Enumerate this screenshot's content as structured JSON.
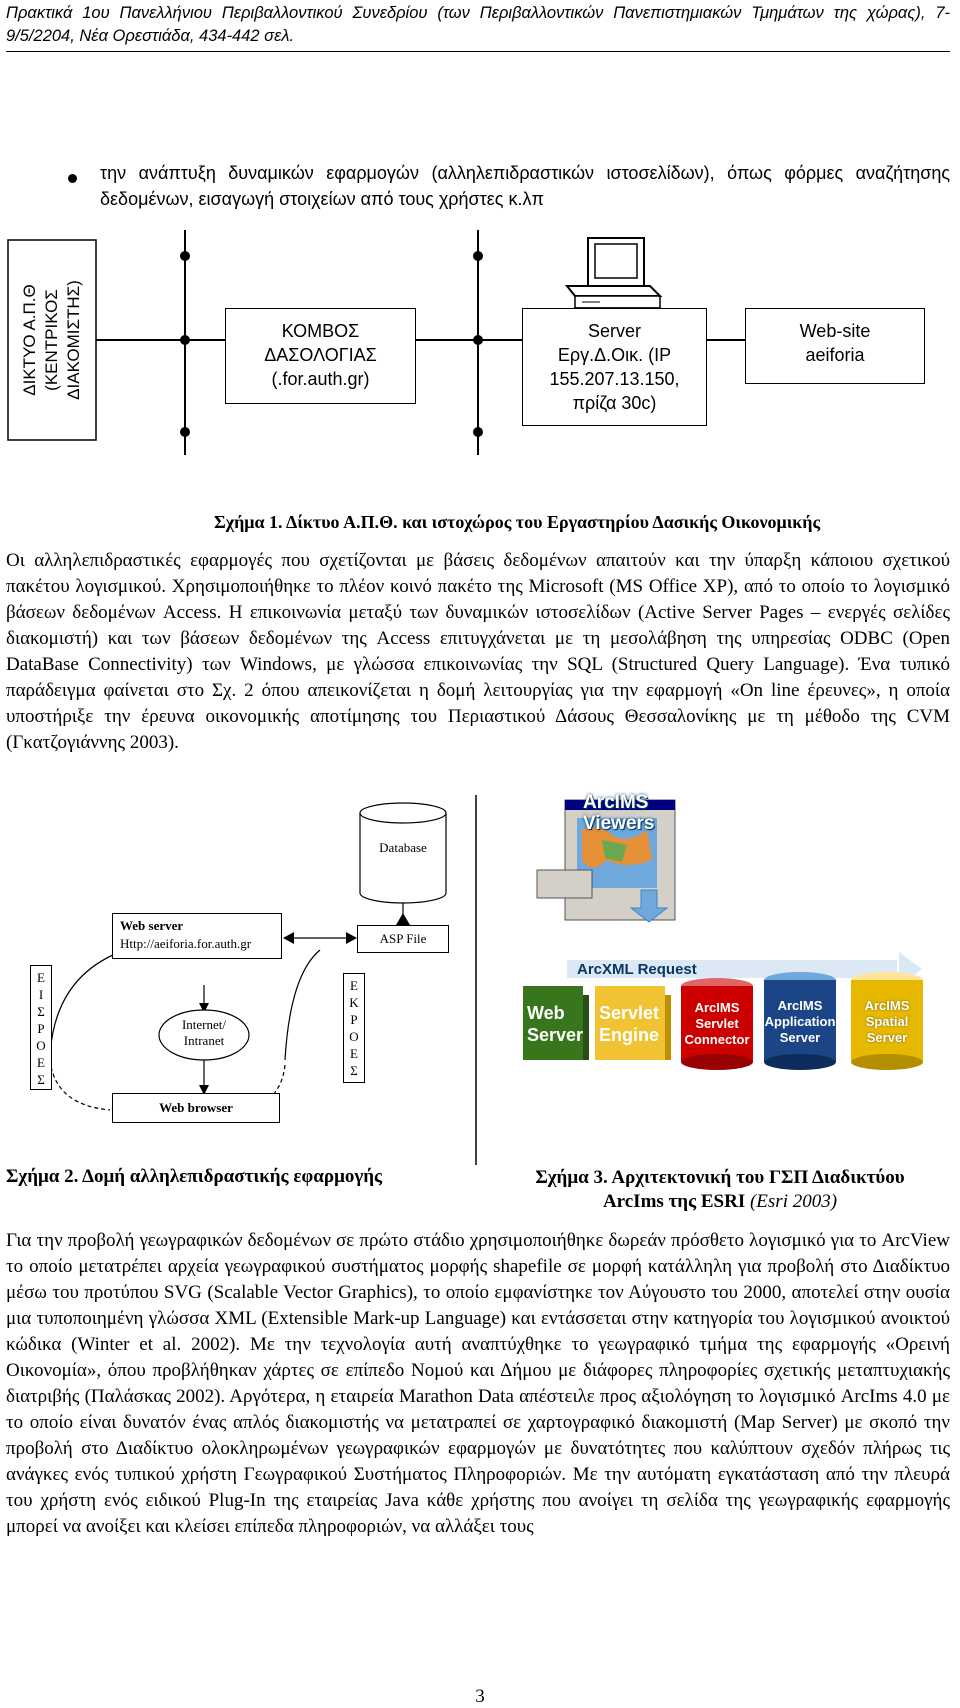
{
  "header": {
    "text": "Πρακτικά 1ου Πανελλήνιου Περιβαλλοντικού Συνεδρίου (των Περιβαλλοντικών Πανεπιστημιακών Τμημάτων της χώρας), 7-9/5/2204, Νέα Ορεστιάδα, 434-442 σελ."
  },
  "bullet": {
    "text": "την ανάπτυξη δυναμικών εφαρμογών (αλληλεπιδραστικών ιστοσελίδων), όπως φόρμες αναζήτησης δεδομένων, εισαγωγή στοιχείων από τους χρήστες κ.λπ"
  },
  "figure1": {
    "network_label": [
      "ΔΙΚΤΥΟ Α.Π.Θ",
      "(ΚΕΝΤΡΙΚΟΣ",
      "ΔΙΑΚΟΜΙΣΤΗΣ)"
    ],
    "node_kombos": [
      "ΚΟΜΒΟΣ",
      "ΔΑΣΟΛΟΓΙΑΣ",
      "(.for.auth.gr)"
    ],
    "node_server": [
      "Server",
      "Εργ.Δ.Οικ. (IP",
      "155.207.13.150,",
      "πρίζα 30c)"
    ],
    "node_website": [
      "Web-site",
      "aeiforia"
    ],
    "caption": "Σχήμα 1. Δίκτυο Α.Π.Θ. και ιστοχώρος του Εργαστηρίου Δασικής Οικονομικής"
  },
  "paragraph1": "Οι αλληλεπιδραστικές εφαρμογές που σχετίζονται με βάσεις δεδομένων απαιτούν και την ύπαρξη κάποιου σχετικού πακέτου λογισμικού. Χρησιμοποιήθηκε το πλέον κοινό πακέτο της Microsoft (MS Office XP), από το οποίο το λογισμικό βάσεων δεδομένων Access. Η επικοινωνία μεταξύ των δυναμικών ιστοσελίδων (Active Server Pages – ενεργές σελίδες διακομιστή) και των βάσεων δεδομένων της Access επιτυγχάνεται με τη μεσολάβηση της υπηρεσίας ODBC (Open DataBase Connectivity) των Windows, με γλώσσα επικοινωνίας την SQL (Structured Query Language). Ένα τυπικό παράδειγμα φαίνεται στο Σχ. 2 όπου απεικονίζεται η δομή λειτουργίας για την εφαρμογή «On line έρευνες», η οποία υποστήριξε την έρευνα οικονομικής αποτίμησης του Περιαστικού Δάσους Θεσσαλονίκης με τη μέθοδο της CVM (Γκατζογιάννης 2003).",
  "figure2": {
    "database": "Database",
    "web_server": "Web server",
    "web_server_url": "Http://aeiforia.for.auth.gr",
    "asp_file": "ASP File",
    "internet": [
      "Internet/",
      "Intranet"
    ],
    "web_browser": "Web browser",
    "left_vertical": [
      "Ε",
      "Ι",
      "Σ",
      "Ρ",
      "Ο",
      "Ε",
      "Σ"
    ],
    "right_vertical": [
      "Ε",
      "Κ",
      "Ρ",
      "Ο",
      "Ε",
      "Σ"
    ],
    "caption": "Σχήμα 2. Δομή αλληλεπιδραστικής εφαρμογής"
  },
  "figure3": {
    "arcims_viewers": [
      "ArcIMS",
      "Viewers"
    ],
    "arcxml_request": "ArcXML Request",
    "web_server": [
      "Web",
      "Server"
    ],
    "servlet_engine": [
      "Servlet",
      "Engine"
    ],
    "servlet_connector": [
      "ArcIMS",
      "Servlet",
      "Connector"
    ],
    "app_server": [
      "ArcIMS",
      "Application",
      "Server"
    ],
    "spatial_server": [
      "ArcIMS",
      "Spatial",
      "Server"
    ],
    "caption_line1": "Σχήμα 3. Αρχιτεκτονική του ΓΣΠ Διαδικτύου",
    "caption_line2_bold": "ArcIms της ESRI",
    "caption_line2_italic": "(Esri 2003)"
  },
  "paragraph2": "Για την προβολή γεωγραφικών δεδομένων σε πρώτο στάδιο χρησιμοποιήθηκε δωρεάν πρόσθετο λογισμικό για το ArcView το οποίο μετατρέπει αρχεία γεωγραφικού συστήματος μορφής shapefile σε μορφή κατάλληλη για προβολή στο Διαδίκτυο μέσω του προτύπου SVG (Scalable Vector Graphics), το οποίο εμφανίστηκε τον Αύγουστο του 2000, αποτελεί στην ουσία μια τυποποιημένη γλώσσα XML (Extensible Mark-up Language) και εντάσσεται στην κατηγορία του λογισμικού ανοικτού κώδικα (Winter et al. 2002). Με την τεχνολογία αυτή αναπτύχθηκε το γεωγραφικό τμήμα της εφαρμογής «Ορεινή Οικονομία», όπου προβλήθηκαν χάρτες σε επίπεδο Νομού και Δήμου με διάφορες πληροφορίες σχετικής μεταπτυχιακής διατριβής (Παλάσκας 2002). Αργότερα, η εταιρεία Marathon Data απέστειλε προς αξιολόγηση το λογισμικό ArcIms 4.0 με το οποίο είναι δυνατόν ένας απλός διακομιστής να μετατραπεί σε χαρτογραφικό διακομιστή (Map Server) με σκοπό την προβολή στο Διαδίκτυο ολοκληρωμένων γεωγραφικών εφαρμογών με δυνατότητες που καλύπτουν σχεδόν πλήρως τις ανάγκες ενός τυπικού χρήστη Γεωγραφικού Συστήματος Πληροφοριών. Με την αυτόματη εγκατάσταση από την πλευρά του χρήστη ενός ειδικού Plug-In της εταιρείας Java κάθε χρήστης που ανοίγει τη σελίδα της γεωγραφικής εφαρμογής μπορεί να ανοίξει και κλείσει επίπεδα πληροφοριών, να αλλάξει τους",
  "page_number": "3"
}
